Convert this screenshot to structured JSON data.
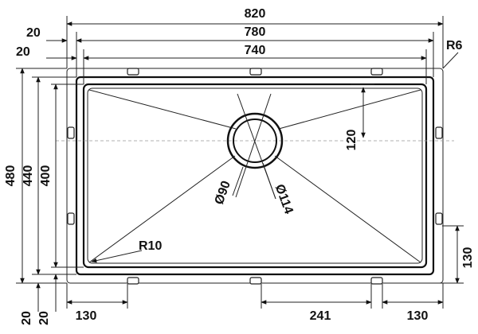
{
  "dimensions": {
    "overall_width": "820",
    "rim_width": "780",
    "bowl_width": "740",
    "rim_offset_top": "20",
    "bowl_offset_top": "20",
    "overall_height": "480",
    "rim_height": "440",
    "bowl_height": "400",
    "rim_offset_bottom": "20",
    "bowl_offset_bottom": "20",
    "drain_offset": "120",
    "clip_right_height": "130",
    "clip_left_spacing": "130",
    "clip_middle_spacing": "241",
    "clip_right_spacing": "130"
  },
  "labels": {
    "outer_radius": "R6",
    "bowl_radius": "R10",
    "drain_inner_diameter": "Ø90",
    "drain_outer_diameter": "Ø114"
  }
}
